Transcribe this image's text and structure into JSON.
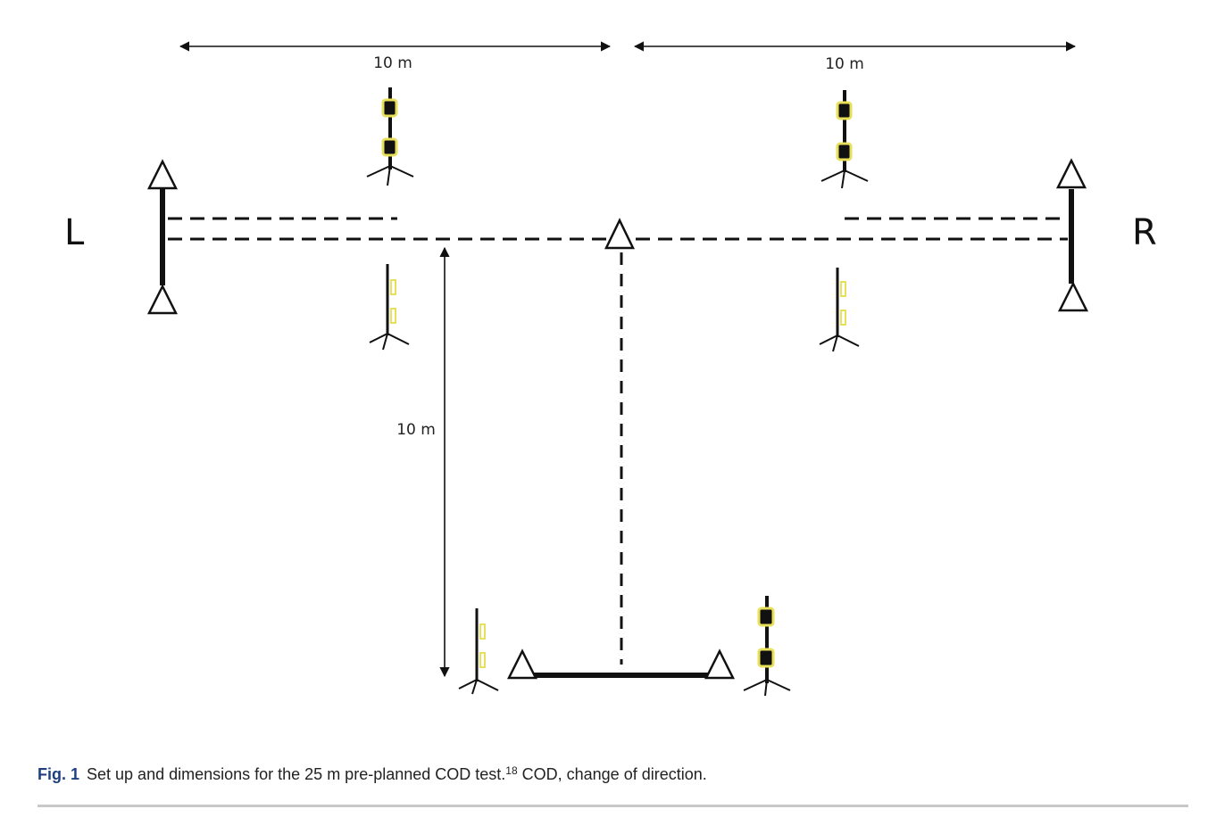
{
  "diagram": {
    "label_left": "L",
    "label_right": "R",
    "dim_top_left": "10 m",
    "dim_top_right": "10 m",
    "dim_vertical": "10 m"
  },
  "caption": {
    "fig_label": "Fig. 1",
    "text": "Set up and dimensions for the 25 m pre-planned COD test.",
    "reference": "18",
    "text_after": " COD, change of direction."
  },
  "colors": {
    "caption_label": "#1f3f83",
    "timing_gate_accent": "#e8e05a",
    "line": "#111111"
  }
}
